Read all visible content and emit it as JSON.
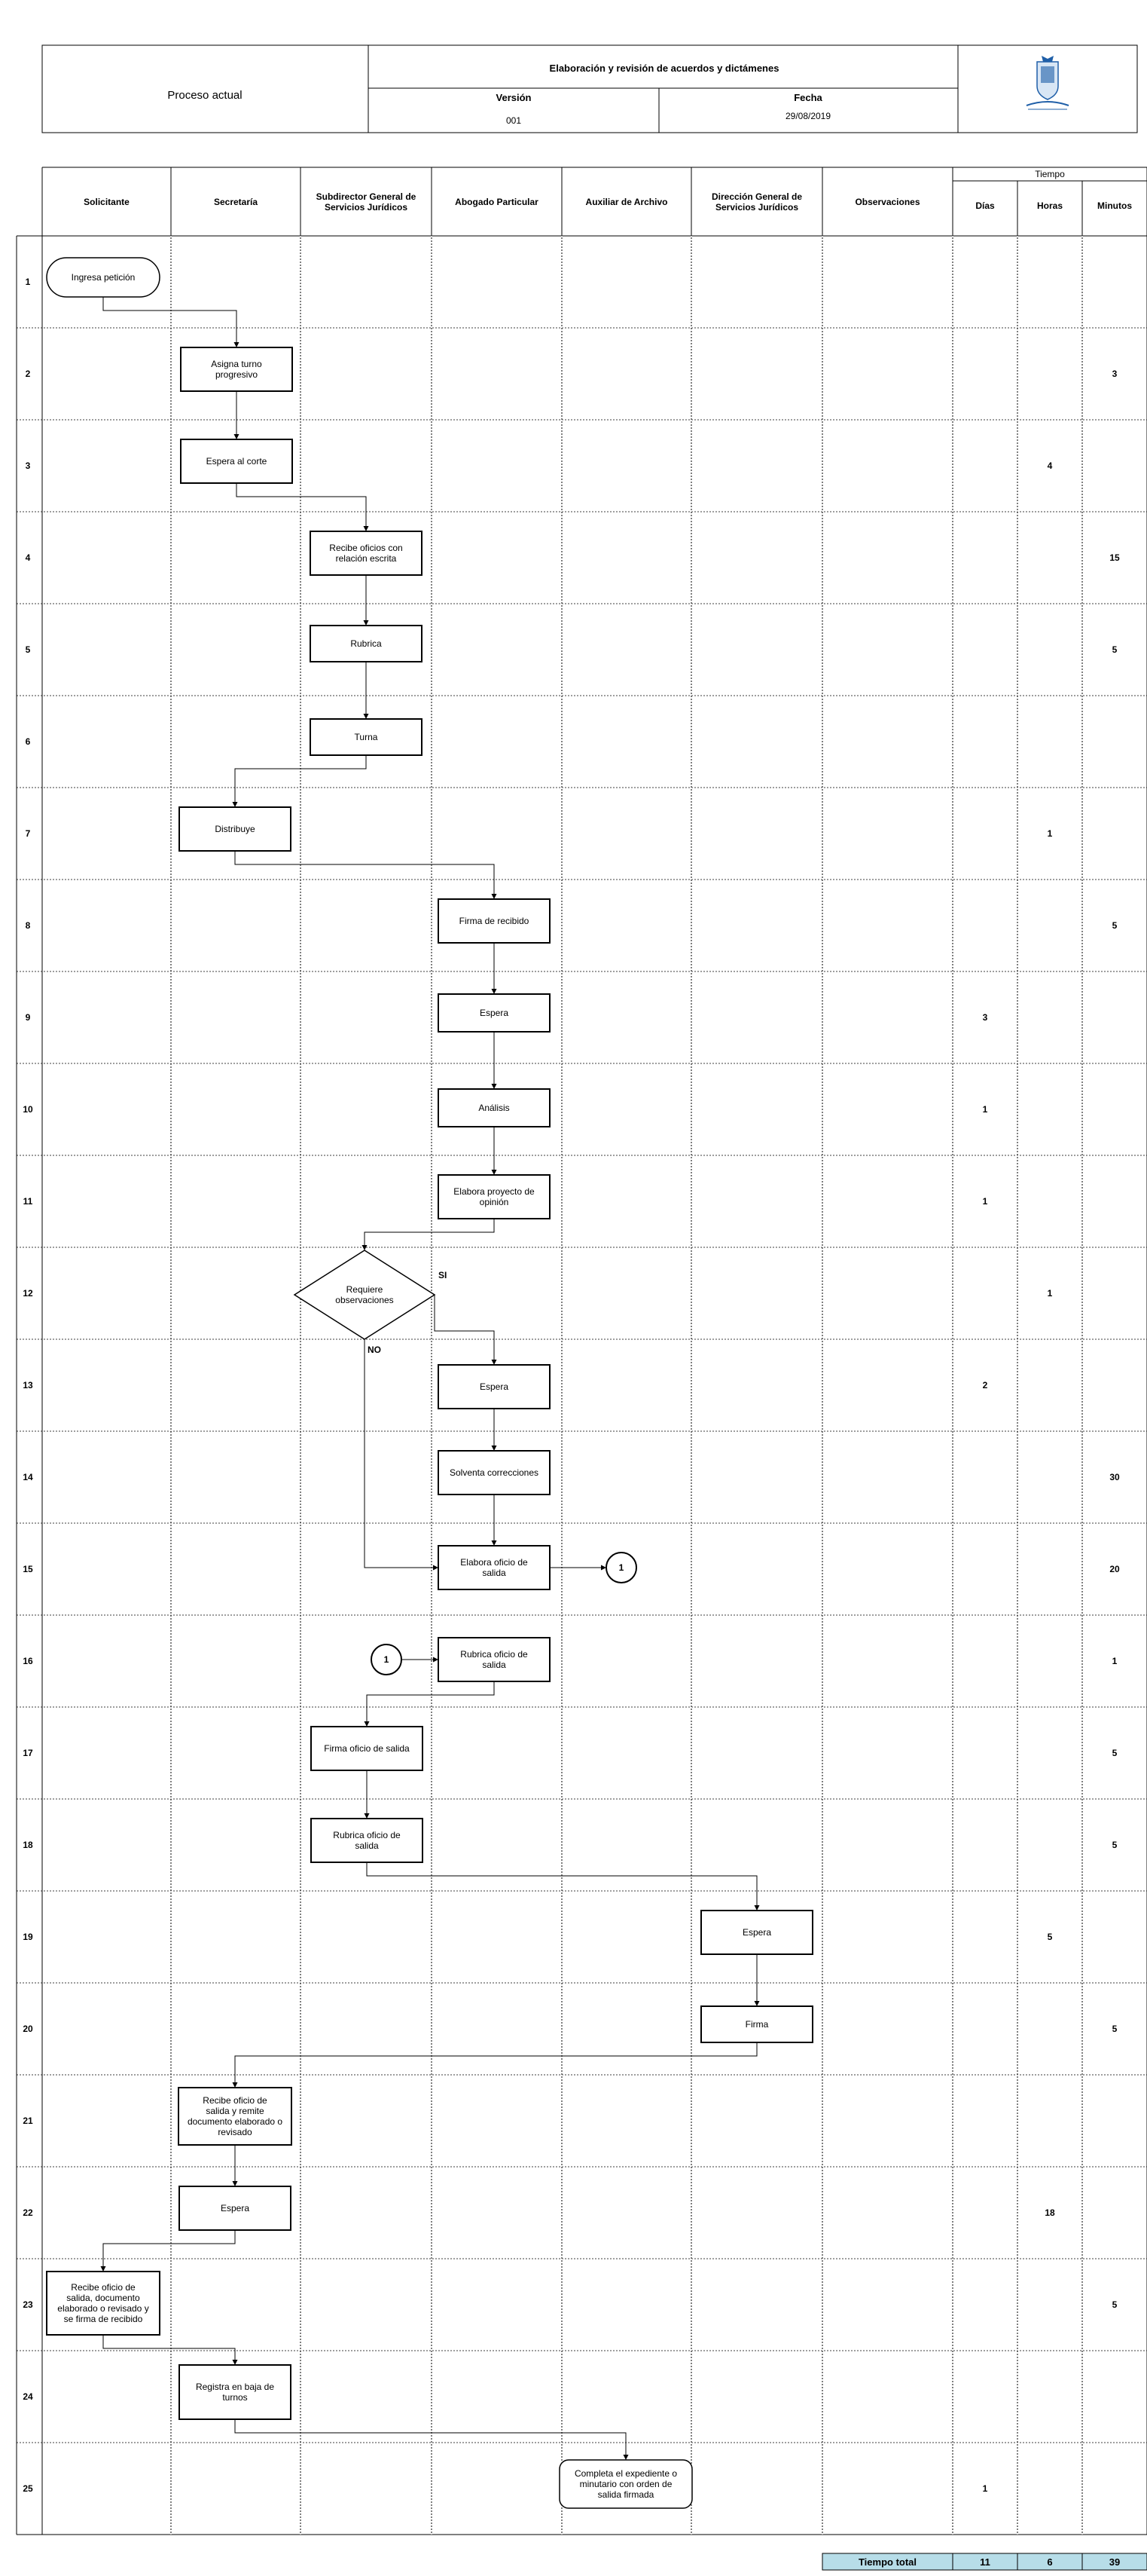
{
  "header": {
    "process_label": "Proceso actual",
    "title": "Elaboración y revisión de acuerdos y dictámenes",
    "version_label": "Versión",
    "version_value": "001",
    "date_label": "Fecha",
    "date_value": "29/08/2019"
  },
  "table": {
    "columns": [
      "Solicitante",
      "Secretaría",
      "Subdirector General de Servicios Jurídicos",
      "Abogado Particular",
      "Auxiliar de Archivo",
      "Dirección General de Servicios Jurídicos",
      "Observaciones"
    ],
    "time_header": "Tiempo",
    "time_columns": [
      "Días",
      "Horas",
      "Minutos"
    ],
    "times": [
      [
        "",
        "",
        ""
      ],
      [
        "",
        "",
        "3"
      ],
      [
        "",
        "4",
        ""
      ],
      [
        "",
        "",
        "15"
      ],
      [
        "",
        "",
        "5"
      ],
      [
        "",
        "",
        ""
      ],
      [
        "",
        "1",
        ""
      ],
      [
        "",
        "",
        "5"
      ],
      [
        "3",
        "",
        ""
      ],
      [
        "1",
        "",
        ""
      ],
      [
        "1",
        "",
        ""
      ],
      [
        "",
        "1",
        ""
      ],
      [
        "2",
        "",
        ""
      ],
      [
        "",
        "",
        "30"
      ],
      [
        "",
        "",
        "20"
      ],
      [
        "",
        "",
        "1"
      ],
      [
        "",
        "",
        "5"
      ],
      [
        "",
        "",
        "5"
      ],
      [
        "",
        "5",
        ""
      ],
      [
        "",
        "",
        "5"
      ],
      [
        "",
        "",
        ""
      ],
      [
        "",
        "18",
        ""
      ],
      [
        "",
        "",
        "5"
      ],
      [
        "",
        "",
        ""
      ],
      [
        "1",
        "",
        ""
      ]
    ],
    "total_label": "Tiempo total",
    "totals": [
      "11",
      "6",
      "39"
    ]
  },
  "flow": {
    "steps": [
      "Ingresa petición",
      "Asigna turno progresivo",
      "Espera al corte",
      "Recibe oficios con relación escrita",
      "Rubrica",
      "Turna",
      "Distribuye",
      "Firma de recibido",
      "Espera",
      "Análisis",
      "Elabora proyecto de opinión",
      "Requiere observaciones",
      "Espera",
      "Solventa correcciones",
      "Elabora oficio de salida",
      "Rubrica oficio de salida",
      "Firma oficio de salida",
      "Rubrica oficio de salida",
      "Espera",
      "Firma",
      "Recibe oficio de salida y remite documento elaborado o revisado",
      "Espera",
      "Recibe oficio de salida, documento elaborado o revisado y se firma de recibido",
      "Registra en baja de turnos",
      "Completa el expediente o minutario con orden de salida firmada"
    ],
    "yes_label": "SI",
    "no_label": "NO",
    "connector_label": "1"
  },
  "colors": {
    "line": "#000000",
    "total_fill": "#b7dde8"
  }
}
